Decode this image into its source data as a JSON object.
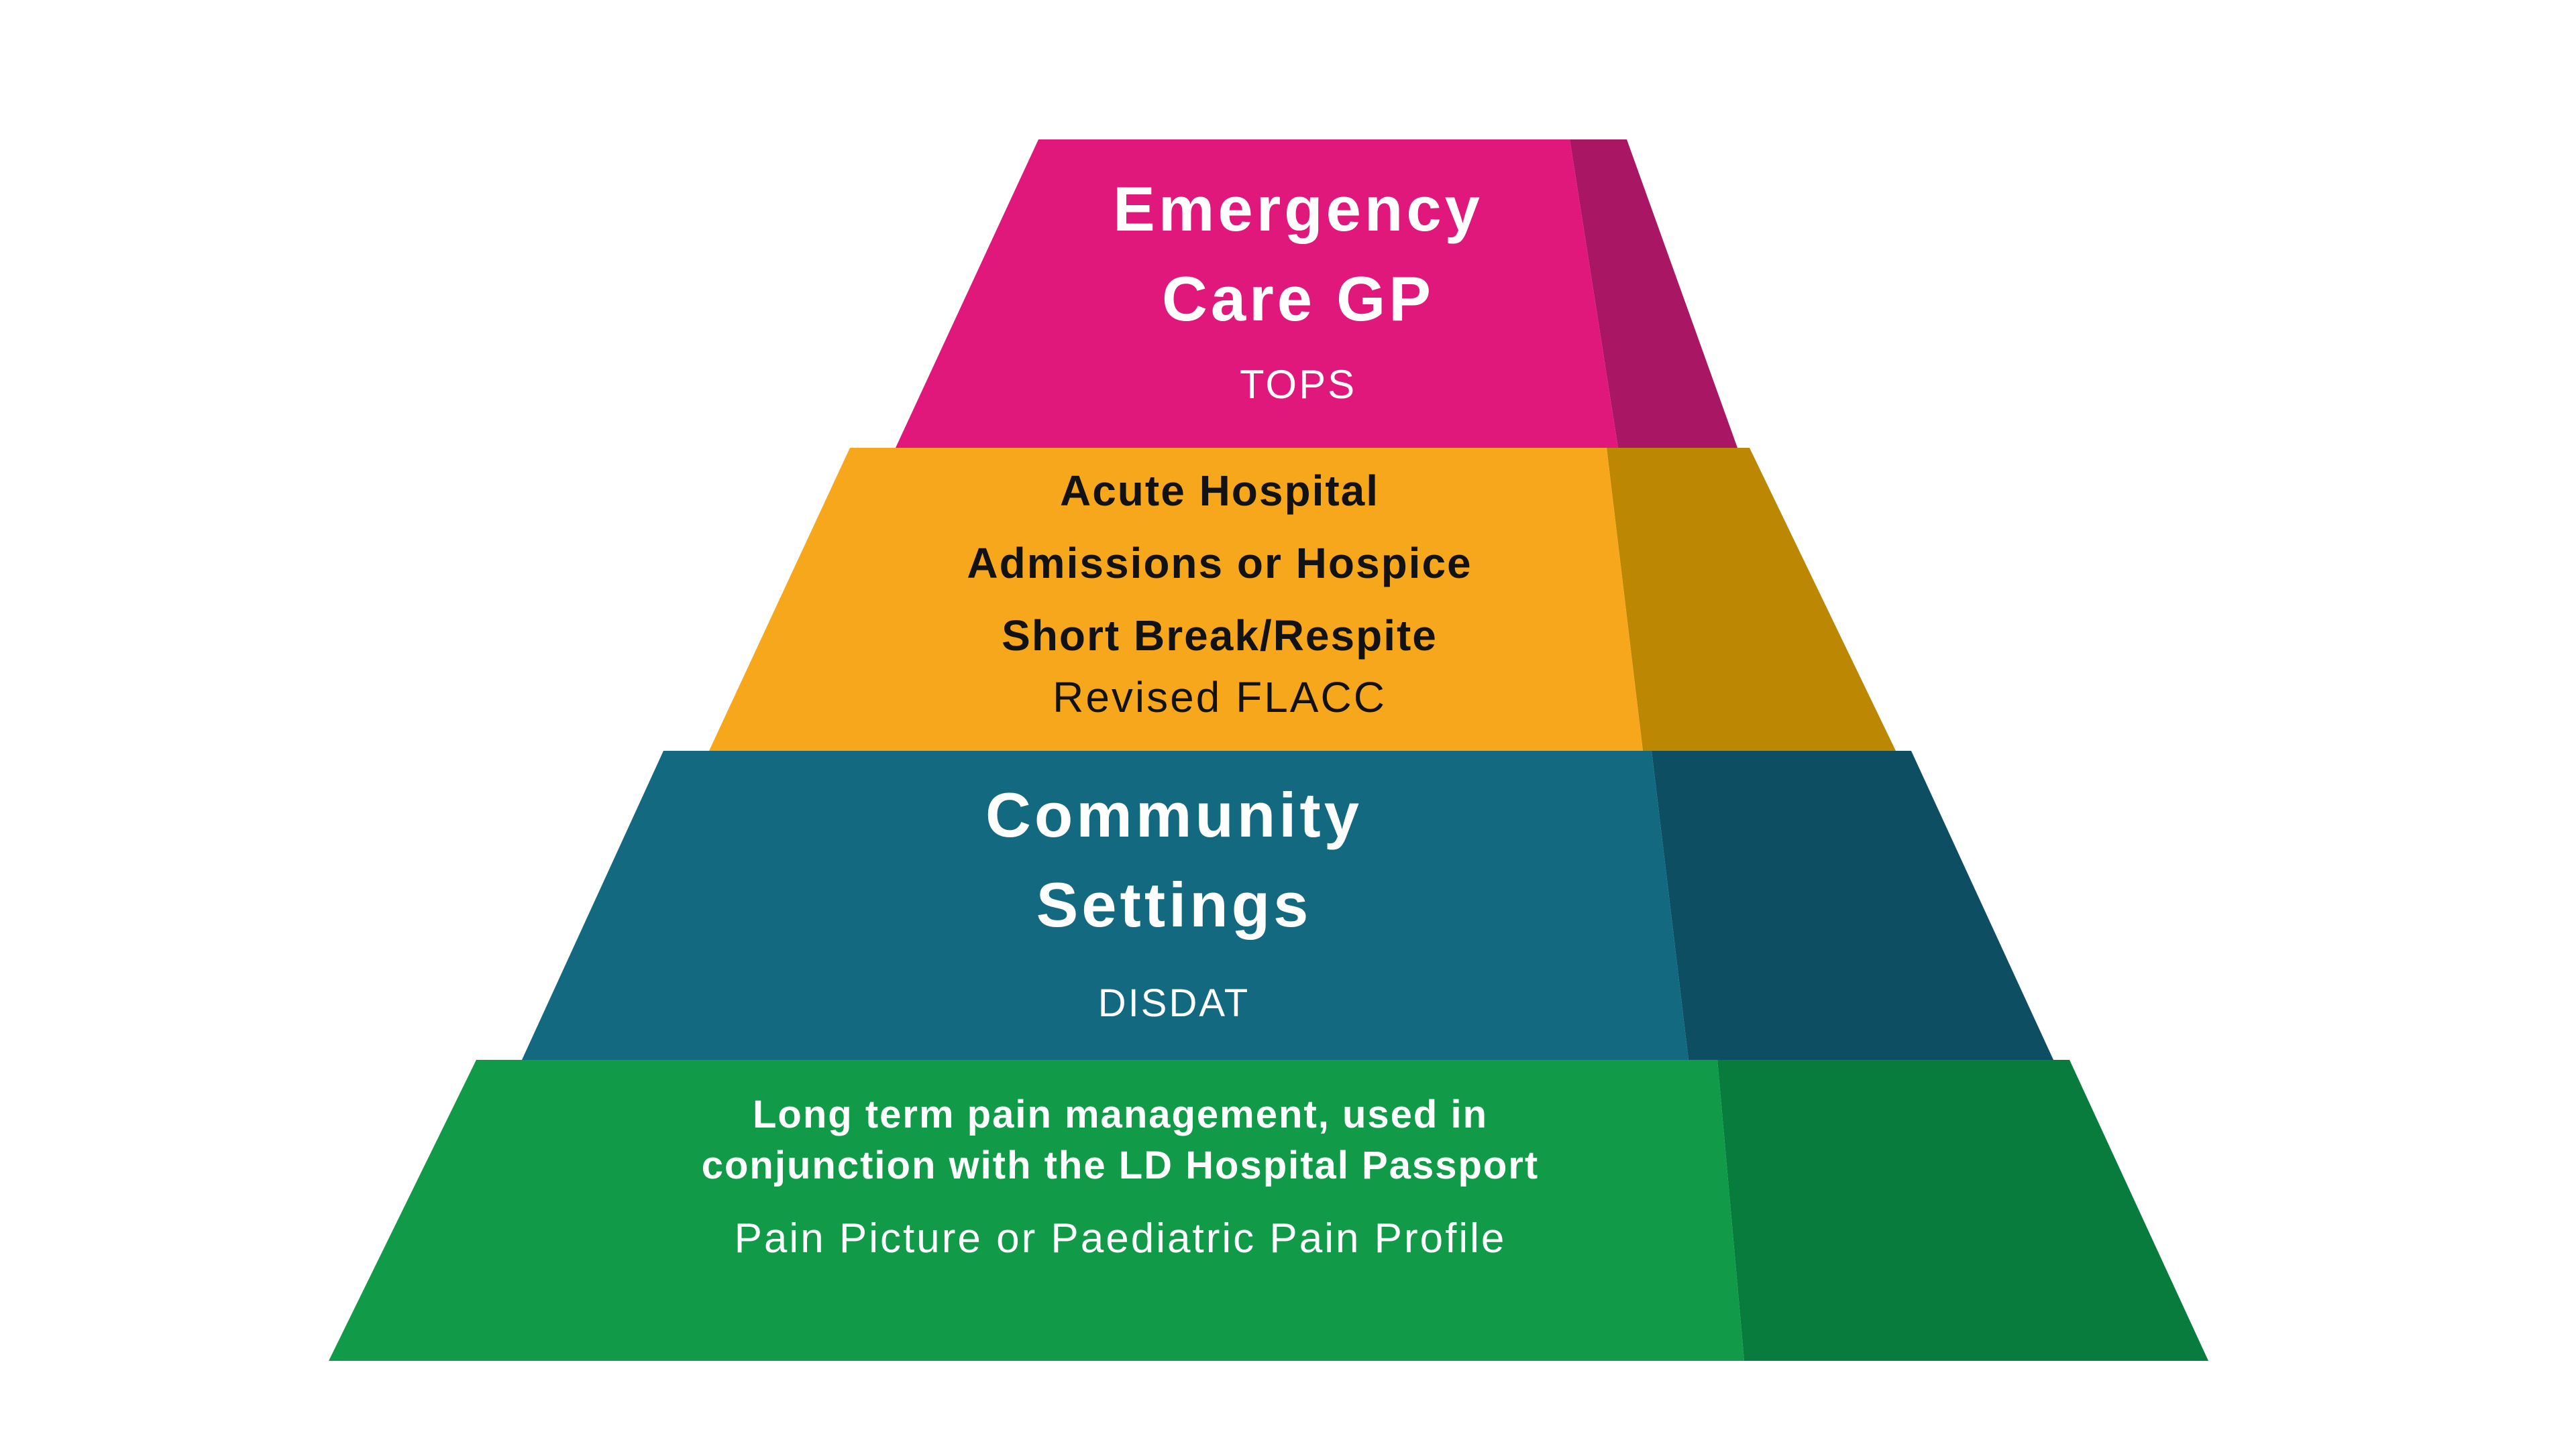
{
  "figure": {
    "type": "pyramid-diagram",
    "background": "#ffffff",
    "tiers": [
      {
        "id": "emergency-care-gp",
        "level": 1,
        "title_lines": [
          "Emergency",
          "Care GP"
        ],
        "tool": "TOPS",
        "front_color": "#e0187c",
        "side_color": "#a81664",
        "text_color": "#ffffff"
      },
      {
        "id": "acute-hospital-hospice",
        "level": 2,
        "title_lines": [
          "Acute Hospital",
          "Admissions or Hospice",
          "Short Break/Respite"
        ],
        "tool": "Revised FLACC",
        "front_color": "#f7a71b",
        "side_color": "#bc8804",
        "text_color": "#121212"
      },
      {
        "id": "community-settings",
        "level": 3,
        "title_lines": [
          "Community",
          "Settings"
        ],
        "tool": "DISDAT",
        "front_color": "#136a80",
        "side_color": "#0d4e63",
        "text_color": "#ffffff"
      },
      {
        "id": "long-term-pain-management",
        "level": 4,
        "title_lines": [
          "Long term pain management, used in",
          "conjunction with the LD Hospital Passport"
        ],
        "tool": "Pain Picture or Paediatric Pain Profile",
        "front_color": "#119a48",
        "side_color": "#087c3c",
        "text_color": "#ffffff"
      }
    ]
  }
}
